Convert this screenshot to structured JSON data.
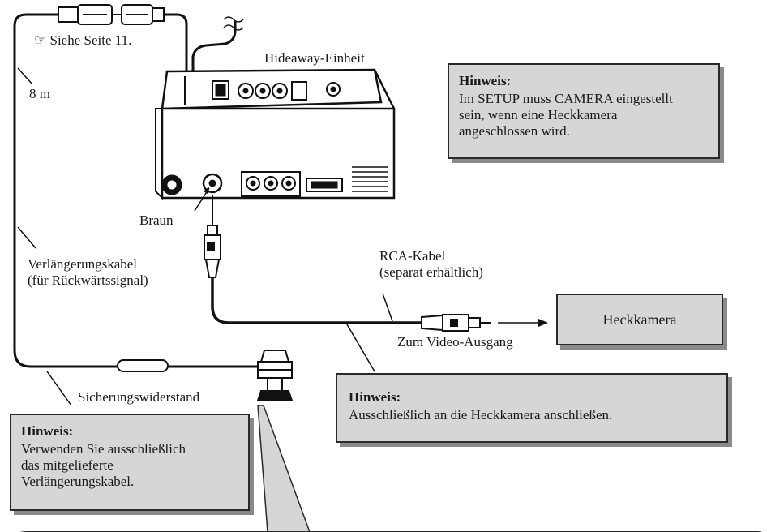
{
  "labels": {
    "see_page": "Siehe Seite 11.",
    "see_page_icon": "pointing-hand",
    "length": "8 m",
    "unit": "Hideaway-Einheit",
    "brown": "Braun",
    "extension_cable_line1": "Verlängerungskabel",
    "extension_cable_line2": "(für Rückwärtssignal)",
    "rca_cable_line1": "RCA-Kabel",
    "rca_cable_line2": "(separat erhältlich)",
    "video_out": "Zum Video-Ausgang",
    "fuse_resistor": "Sicherungswiderstand"
  },
  "camera": {
    "label": "Heckkamera"
  },
  "notes": {
    "camera_setup": {
      "title": "Hinweis:",
      "lines": [
        "Im SETUP muss CAMERA eingestellt",
        "sein, wenn eine Heckkamera",
        "angeschlossen wird."
      ]
    },
    "rear_camera_only": {
      "title": "Hinweis:",
      "lines": [
        "Ausschließlich an die Heckkamera anschließen."
      ]
    },
    "extension_cable": {
      "title": "Hinweis:",
      "lines": [
        "Verwenden Sie ausschließlich",
        "das mitgelieferte",
        "Verlängerungskabel."
      ]
    }
  }
}
